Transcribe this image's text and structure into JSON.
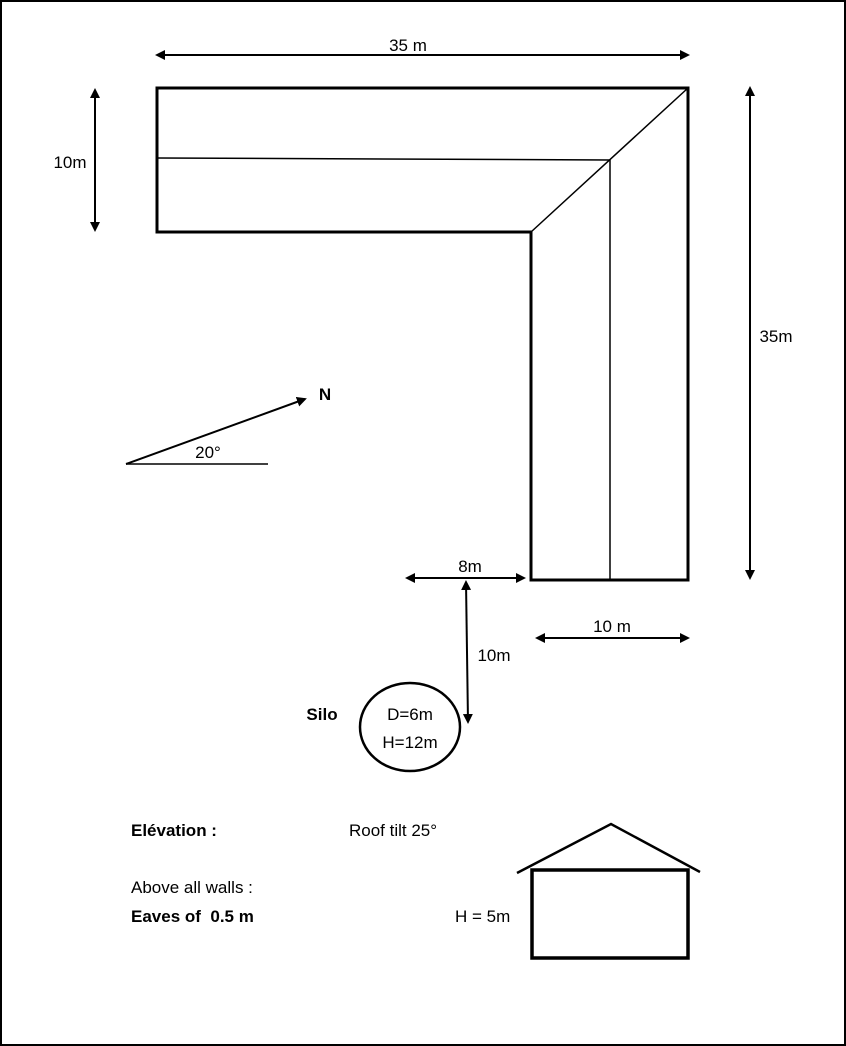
{
  "plan": {
    "top_width": "35 m",
    "wing_width_left": "10m",
    "right_length": "35m",
    "north_label": "N",
    "north_angle": "20°",
    "silo_offset_x": "8m",
    "silo_offset_y": "10m",
    "bottom_width": "10 m"
  },
  "silo": {
    "label": "Silo",
    "diameter": "D=6m",
    "height": "H=12m"
  },
  "elevation": {
    "title": "Elévation :",
    "roof_tilt": "Roof tilt 25°",
    "above_walls": "Above all walls :",
    "eaves": "Eaves of  0.5 m",
    "wall_height": "H = 5m"
  }
}
